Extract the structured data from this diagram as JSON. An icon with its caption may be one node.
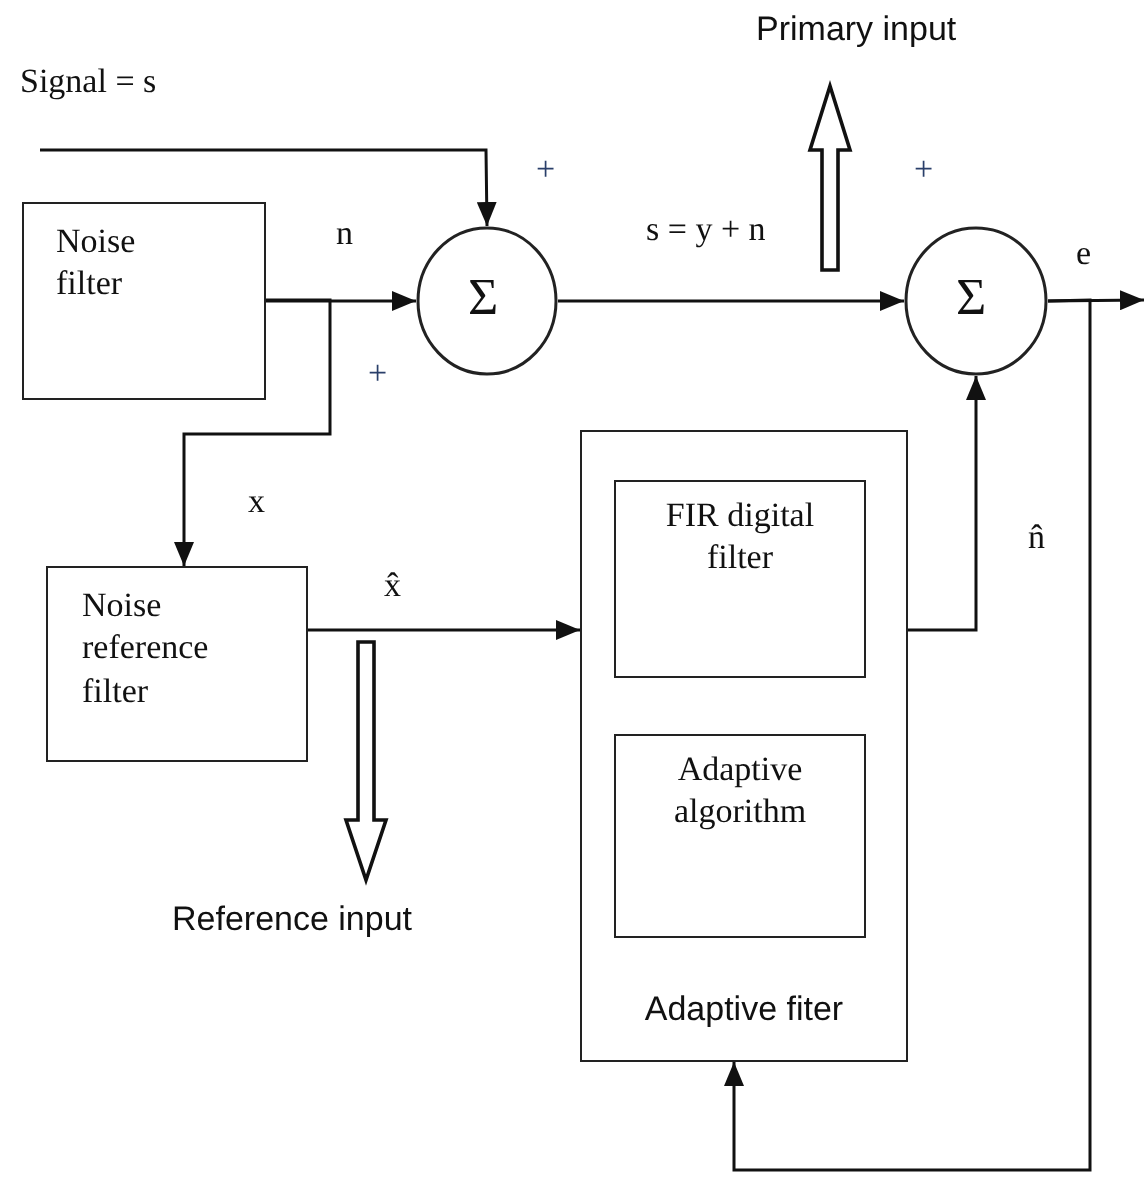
{
  "diagram": {
    "nodes": [
      {
        "text": [
          "Noise filter"
        ]
      },
      {
        "text": [
          "Σ"
        ]
      },
      {
        "text": [
          "Σ"
        ]
      },
      {
        "text": [
          "Noise reference filter"
        ]
      },
      {
        "text": [
          "Adaptive fiter"
        ]
      },
      {
        "text": [
          "FIR digital filter"
        ],
        "in": 4
      },
      {
        "text": [
          "Adaptive algorithm"
        ],
        "in": 4
      },
      {
        "text": [
          "Primary input"
        ]
      },
      {
        "text": [
          "Reference input"
        ]
      }
    ],
    "edges": [
      {
        "from": null,
        "to": 1,
        "arrow": "to"
      },
      {
        "from": 0,
        "to": 1,
        "arrow": "to",
        "label": "n"
      },
      {
        "from": 0,
        "to": 3,
        "arrow": "to",
        "label": "x"
      },
      {
        "from": 1,
        "to": 2,
        "arrow": "to",
        "label": "s = y + n"
      },
      {
        "from": 3,
        "to": 4,
        "arrow": "to",
        "label": "x̂"
      },
      {
        "from": 4,
        "to": 2,
        "arrow": "to",
        "label": "n̂"
      },
      {
        "from": 2,
        "to": null,
        "arrow": "to",
        "label": "e"
      },
      {
        "from": 2,
        "to": 4,
        "arrow": "to"
      },
      {
        "from": null,
        "to": 7,
        "arrow": "to",
        "style": "thick"
      },
      {
        "from": null,
        "to": 8,
        "arrow": "to",
        "style": "thick"
      }
    ],
    "labels": [
      "Signal = s",
      "+",
      "+",
      "+"
    ]
  }
}
